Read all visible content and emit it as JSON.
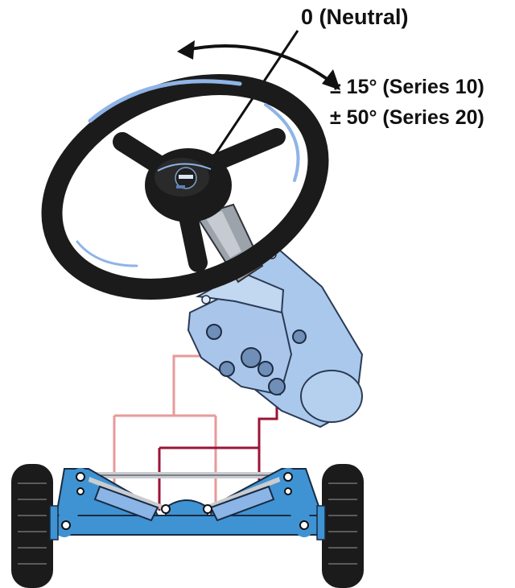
{
  "labels": {
    "neutral": "0 (Neutral)",
    "series10": "± 15° (Series 10)",
    "series20": "± 50° (Series 20)"
  },
  "colors": {
    "axle_blue": "#3f93d3",
    "steering_unit_blue": "#aac8ec",
    "wheel_black": "#1b1b1b",
    "wheel_highlight": "#8fb4e6",
    "line_pink": "#e79a9a",
    "line_dark_red": "#9b1437"
  },
  "icons": {
    "rotation_arrow": "curved-double-arrow-icon",
    "logo": "eaton-logo-icon"
  }
}
